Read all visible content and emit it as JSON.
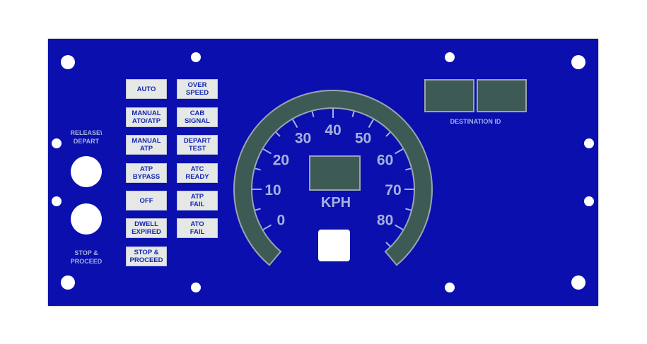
{
  "left_labels": {
    "release_depart": "RELEASE\\\nDEPART",
    "stop_proceed": "STOP &\nPROCEED"
  },
  "indicators": [
    {
      "label": "AUTO"
    },
    {
      "label": "OVER\nSPEED"
    },
    {
      "label": "MANUAL\nATO/ATP"
    },
    {
      "label": "CAB\nSIGNAL"
    },
    {
      "label": "MANUAL\nATP"
    },
    {
      "label": "DEPART\nTEST"
    },
    {
      "label": "ATP\nBYPASS"
    },
    {
      "label": "ATC\nREADY"
    },
    {
      "label": "OFF"
    },
    {
      "label": "ATP\nFAIL"
    },
    {
      "label": "DWELL\nEXPIRED"
    },
    {
      "label": "ATO\nFAIL"
    },
    {
      "label": "STOP &\nPROCEED"
    }
  ],
  "gauge": {
    "unit": "KPH",
    "ticks": [
      "0",
      "10",
      "20",
      "30",
      "40",
      "50",
      "60",
      "70",
      "80"
    ]
  },
  "destination": {
    "label": "DESTINATION ID"
  },
  "colors": {
    "panel": "#0a0fae",
    "arc": "#3e5a55",
    "text": "#a6b1df"
  }
}
